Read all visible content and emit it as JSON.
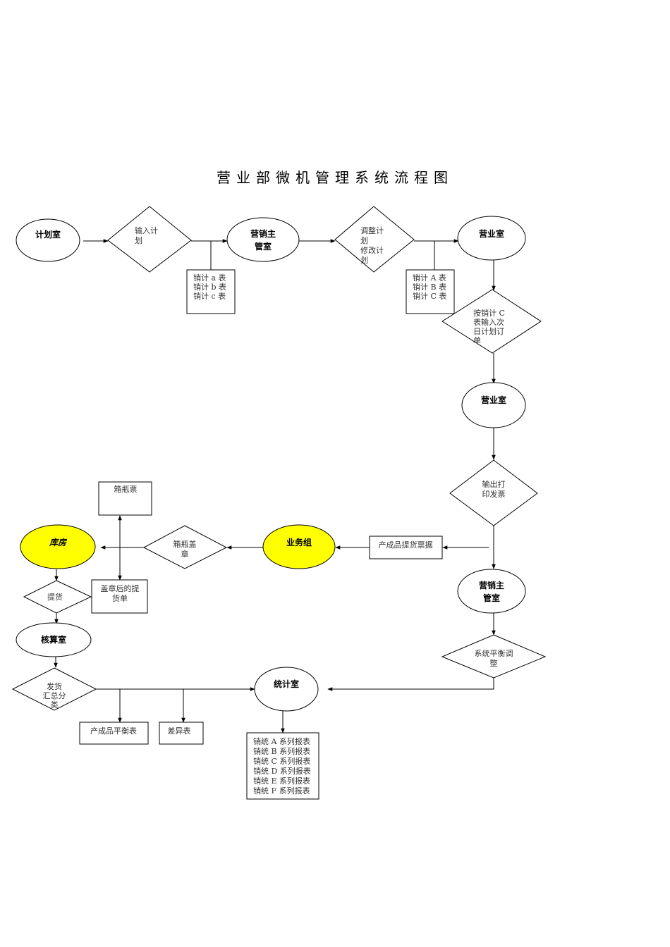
{
  "title": "营业部微机管理系统流程图",
  "colors": {
    "highlight": "#ffff00",
    "line": "#000000",
    "fill": "#ffffff"
  },
  "nodes": {
    "plan_office": {
      "type": "oval",
      "lines": [
        "计划室"
      ]
    },
    "input_plan": {
      "type": "decision",
      "lines": [
        "输入计",
        "划"
      ]
    },
    "marketing_office_1": {
      "type": "oval",
      "lines": [
        "营销主",
        "管室"
      ]
    },
    "sales_abc_lower": {
      "type": "doc",
      "lines": [
        "销计 a 表",
        "销计 b 表",
        "销计 c 表"
      ]
    },
    "adjust_plan": {
      "type": "decision",
      "lines": [
        "调整计",
        "划",
        "修改计",
        "划"
      ]
    },
    "sales_abc_upper": {
      "type": "doc",
      "lines": [
        "销计 A 表",
        "销计 B 表",
        "销计 C 表"
      ]
    },
    "business_office_1": {
      "type": "oval",
      "lines": [
        "营业室"
      ]
    },
    "input_next_day": {
      "type": "decision",
      "lines": [
        "按销计 C",
        "表输入次",
        "日计划订",
        "单"
      ]
    },
    "business_office_2": {
      "type": "oval",
      "lines": [
        "营业室"
      ]
    },
    "print_invoice": {
      "type": "decision",
      "lines": [
        "输出打",
        "印发票"
      ]
    },
    "pickup_receipt": {
      "type": "doc",
      "lines": [
        "产成品提货票据"
      ]
    },
    "business_group": {
      "type": "oval",
      "highlight": true,
      "lines": [
        "业务组"
      ]
    },
    "crate_stamp": {
      "type": "decision",
      "lines": [
        "箱瓶盖",
        "章"
      ]
    },
    "crate_ticket": {
      "type": "doc",
      "lines": [
        "箱瓶票"
      ]
    },
    "warehouse": {
      "type": "oval",
      "highlight": true,
      "lines": [
        "库房"
      ]
    },
    "stamped_slip": {
      "type": "doc",
      "lines": [
        "盖章后的提",
        "货单"
      ]
    },
    "pickup": {
      "type": "decision",
      "lines": [
        "提货"
      ]
    },
    "accounting_office": {
      "type": "oval",
      "lines": [
        "核算室"
      ]
    },
    "shipment_summary": {
      "type": "decision",
      "lines": [
        "发货",
        "汇总分",
        "类"
      ]
    },
    "product_balance": {
      "type": "doc",
      "lines": [
        "产成品平衡表"
      ]
    },
    "variance_table": {
      "type": "doc",
      "lines": [
        "差异表"
      ]
    },
    "marketing_office_2": {
      "type": "oval",
      "lines": [
        "营销主",
        "管室"
      ]
    },
    "system_balance": {
      "type": "decision",
      "lines": [
        "系统平衡调",
        "整"
      ]
    },
    "statistics_office": {
      "type": "oval",
      "lines": [
        "统计室"
      ]
    },
    "stat_reports": {
      "type": "doc",
      "lines": [
        "销统 A 系列报表",
        "销统 B 系列报表",
        "销统 C 系列报表",
        "销统 D 系列报表",
        "销统 E 系列报表",
        "销统 F 系列报表"
      ]
    }
  },
  "edges": [
    {
      "from": "plan_office",
      "to": "input_plan"
    },
    {
      "from": "input_plan",
      "to": "marketing_office_1"
    },
    {
      "from": "input_plan",
      "to": "sales_abc_lower"
    },
    {
      "from": "marketing_office_1",
      "to": "adjust_plan"
    },
    {
      "from": "adjust_plan",
      "to": "business_office_1"
    },
    {
      "from": "adjust_plan",
      "to": "sales_abc_upper"
    },
    {
      "from": "business_office_1",
      "to": "input_next_day"
    },
    {
      "from": "input_next_day",
      "to": "business_office_2"
    },
    {
      "from": "business_office_2",
      "to": "print_invoice"
    },
    {
      "from": "print_invoice",
      "to": "pickup_receipt"
    },
    {
      "from": "pickup_receipt",
      "to": "business_group"
    },
    {
      "from": "business_group",
      "to": "crate_stamp"
    },
    {
      "from": "crate_stamp",
      "to": "warehouse"
    },
    {
      "from": "crate_stamp",
      "to": "crate_ticket"
    },
    {
      "from": "crate_stamp",
      "to": "stamped_slip"
    },
    {
      "from": "warehouse",
      "to": "pickup"
    },
    {
      "from": "pickup",
      "to": "accounting_office"
    },
    {
      "from": "accounting_office",
      "to": "shipment_summary"
    },
    {
      "from": "shipment_summary",
      "to": "product_balance"
    },
    {
      "from": "shipment_summary",
      "to": "variance_table"
    },
    {
      "from": "shipment_summary",
      "to": "statistics_office"
    },
    {
      "from": "print_invoice",
      "to": "marketing_office_2"
    },
    {
      "from": "marketing_office_2",
      "to": "system_balance"
    },
    {
      "from": "system_balance",
      "to": "statistics_office"
    },
    {
      "from": "statistics_office",
      "to": "stat_reports"
    }
  ]
}
